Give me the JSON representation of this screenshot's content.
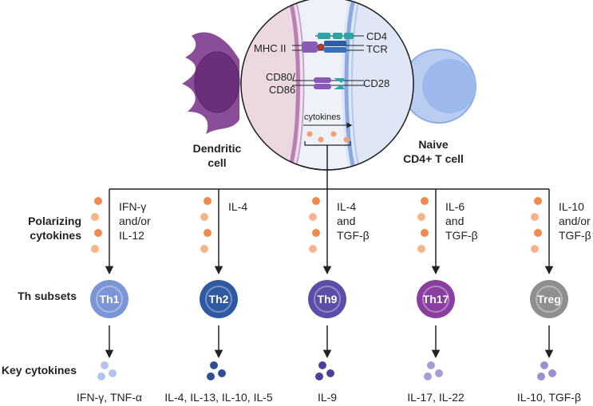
{
  "synapse": {
    "dendritic_cell_label_line1": "Dendritic",
    "dendritic_cell_label_line2": "cell",
    "tcell_label_line1": "Naive",
    "tcell_label_line2": "CD4+ T cell",
    "mhc_label": "MHC II",
    "cd4_label": "CD4",
    "tcr_label": "TCR",
    "cd80_label_line1": "CD80/",
    "cd80_label_line2": "CD86",
    "cd28_label": "CD28",
    "cytokines_label": "cytokines"
  },
  "row_labels": {
    "polarizing_line1": "Polarizing",
    "polarizing_line2": "cytokines",
    "th_subsets": "Th subsets",
    "key_cytokines": "Key cytokines"
  },
  "subsets": [
    {
      "name": "Th1",
      "polarizing": [
        "IFN-γ",
        "and/or",
        "IL-12"
      ],
      "key": "IFN-γ, TNF-α",
      "color": "#7b95d6",
      "dot_color": "#b4c3ec"
    },
    {
      "name": "Th2",
      "polarizing": [
        "IL-4"
      ],
      "key": "IL-4, IL-13, IL-10, IL-5",
      "color": "#2f5aa3",
      "dot_color": "#2e4d96"
    },
    {
      "name": "Th9",
      "polarizing": [
        "IL-4",
        "and",
        "TGF-β"
      ],
      "key": "IL-9",
      "color": "#5a4ea8",
      "dot_color": "#4d3f9c"
    },
    {
      "name": "Th17",
      "polarizing": [
        "IL-6",
        "and",
        "TGF-β"
      ],
      "key": "IL-17, IL-22",
      "color": "#8a3fa0",
      "dot_color": "#a99bd6"
    },
    {
      "name": "Treg",
      "polarizing": [
        "IL-10",
        "and/or",
        "TGF-β"
      ],
      "key": "IL-10, TGF-β",
      "color": "#8f8f8f",
      "dot_color": "#9d8fd0"
    }
  ],
  "colors": {
    "orange_dot": "#f2a070",
    "line": "#222222"
  }
}
